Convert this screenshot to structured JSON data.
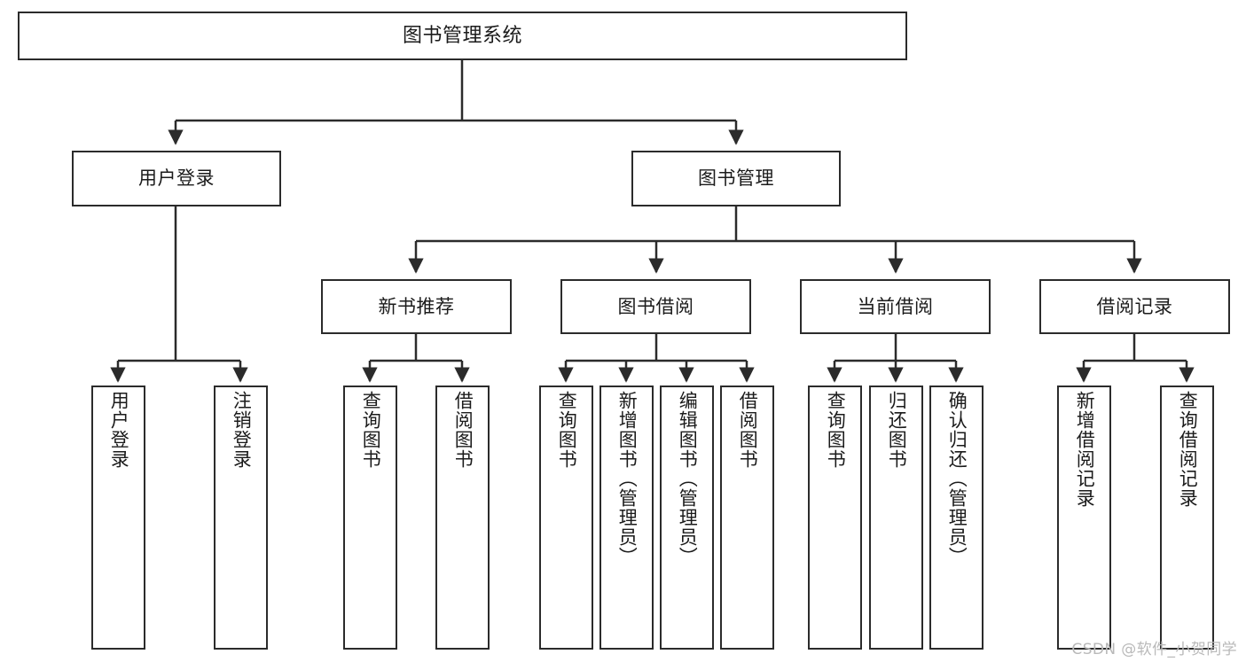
{
  "diagram": {
    "title": "图书管理系统",
    "watermark": "CSDN @软件_小贺同学",
    "colors": {
      "stroke": "#2b2b2b",
      "fill": "#ffffff",
      "text": "#1b1b1b",
      "watermark": "#b9b9b9"
    },
    "nodes": {
      "root": {
        "label": "图书管理系统"
      },
      "level2": [
        {
          "label": "用户登录"
        },
        {
          "label": "图书管理"
        }
      ],
      "level3": [
        {
          "label": "新书推荐"
        },
        {
          "label": "图书借阅"
        },
        {
          "label": "当前借阅"
        },
        {
          "label": "借阅记录"
        }
      ],
      "leaves": {
        "user_login": [
          {
            "label": "用户登录"
          },
          {
            "label": "注销登录"
          }
        ],
        "new_book": [
          {
            "label": "查询图书"
          },
          {
            "label": "借阅图书"
          }
        ],
        "borrow_book": [
          {
            "label": "查询图书"
          },
          {
            "label": "新增图书（管理员）"
          },
          {
            "label": "编辑图书（管理员）"
          },
          {
            "label": "借阅图书"
          }
        ],
        "current_borrow": [
          {
            "label": "查询图书"
          },
          {
            "label": "归还图书"
          },
          {
            "label": "确认归还（管理员）"
          }
        ],
        "borrow_record": [
          {
            "label": "新增借阅记录"
          },
          {
            "label": "查询借阅记录"
          }
        ]
      }
    }
  }
}
